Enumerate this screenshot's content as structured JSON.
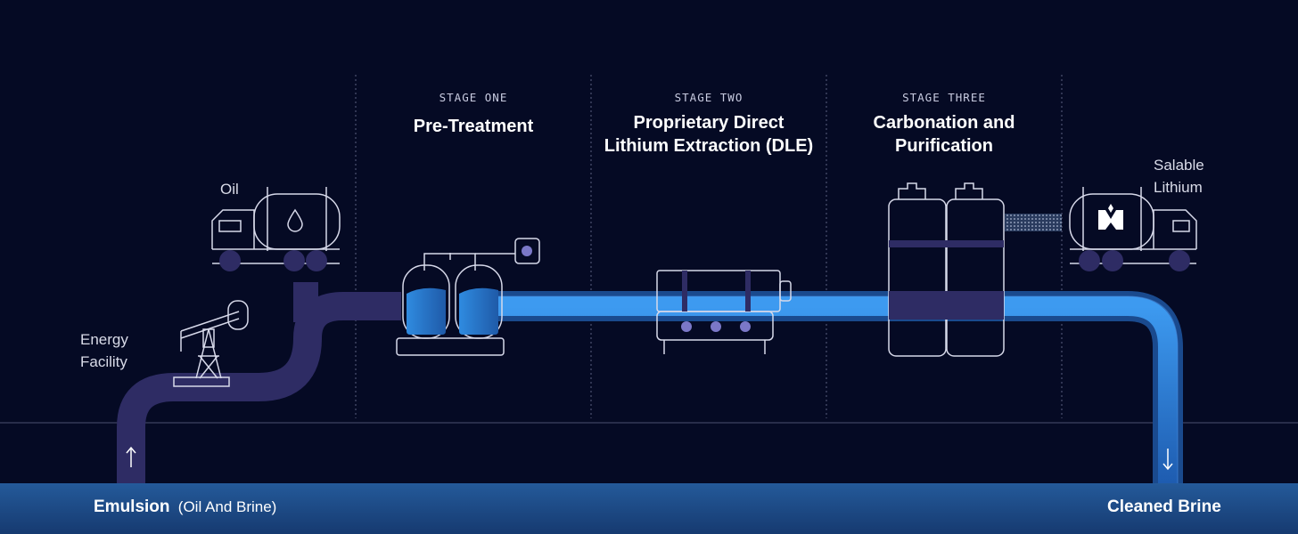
{
  "stages": [
    {
      "tag": "STAGE ONE",
      "title": "Pre-Treatment"
    },
    {
      "tag": "STAGE TWO",
      "title": "Proprietary Direct Lithium Extraction (DLE)"
    },
    {
      "tag": "STAGE THREE",
      "title": "Carbonation and Purification"
    }
  ],
  "labels": {
    "oil": "Oil",
    "energy_facility": "Energy Facility",
    "salable_lithium": "Salable Lithium",
    "emulsion": "Emulsion",
    "emulsion_note": "(Oil And Brine)",
    "cleaned_brine": "Cleaned Brine",
    "up_arrow": "↑",
    "down_arrow": "↓"
  },
  "colors": {
    "background": "#050a24",
    "emulsion_pipe": "#2e2c64",
    "brine_pipe": "#2f7fd6",
    "equipment_stroke": "#d7d9ea",
    "ground_band": "#1f4f8c"
  }
}
